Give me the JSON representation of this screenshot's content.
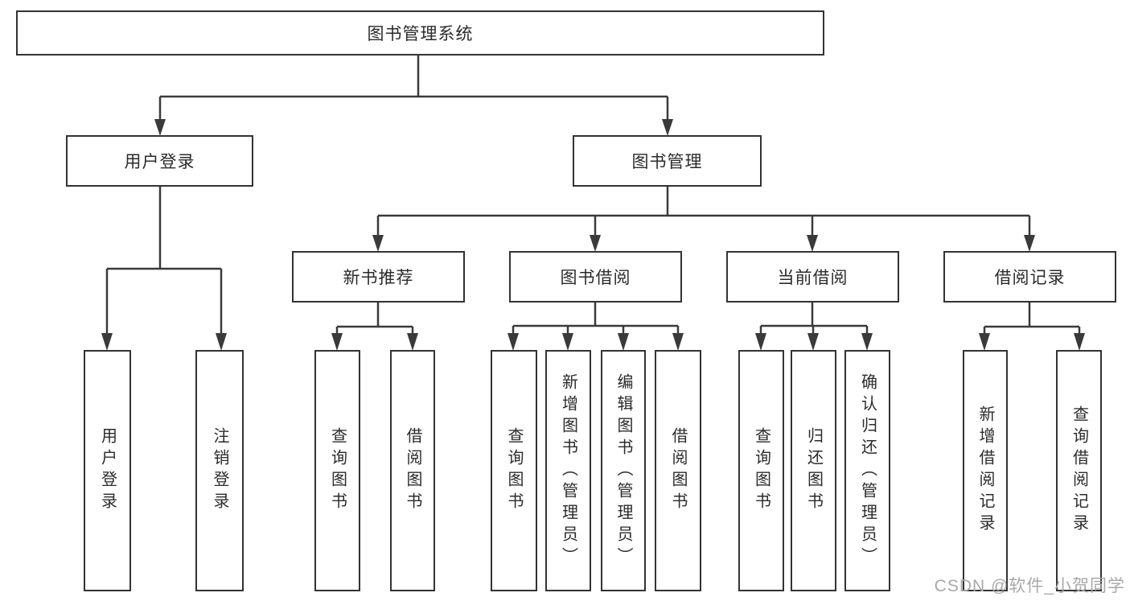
{
  "diagram": {
    "root": "图书管理系统",
    "branches": [
      {
        "label": "用户登录",
        "children": [
          "用户登录",
          "注销登录"
        ]
      },
      {
        "label": "图书管理",
        "sections": [
          {
            "label": "新书推荐",
            "children": [
              "查询图书",
              "借阅图书"
            ]
          },
          {
            "label": "图书借阅",
            "children": [
              "查询图书",
              "新增图书（管理员）",
              "编辑图书（管理员）",
              "借阅图书"
            ]
          },
          {
            "label": "当前借阅",
            "children": [
              "查询图书",
              "归还图书",
              "确认归还（管理员）"
            ]
          },
          {
            "label": "借阅记录",
            "children": [
              "新增借阅记录",
              "查询借阅记录"
            ]
          }
        ]
      }
    ]
  },
  "watermark": "CSDN @软件_小贺同学",
  "colors": {
    "line": "#3a3a3a",
    "box_border": "#333333",
    "text": "#2b2b2b",
    "watermark_text": "#a9a9a9",
    "background": "#ffffff"
  }
}
